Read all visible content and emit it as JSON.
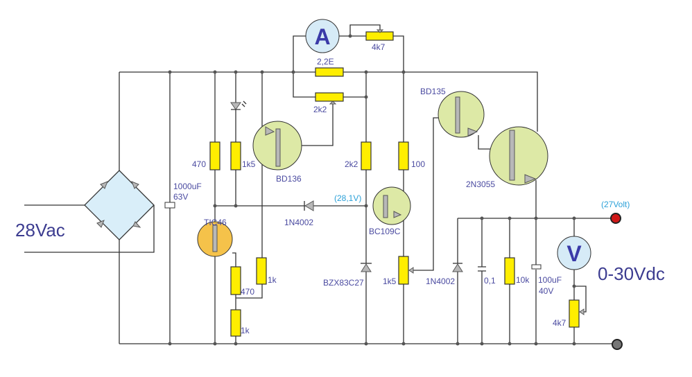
{
  "input": {
    "label": "28Vac"
  },
  "output": {
    "label": "0-30Vdc",
    "voltage_note": "(27Volt)"
  },
  "meters": {
    "ammeter": "A",
    "voltmeter": "V"
  },
  "components": {
    "c_1000": [
      "1000uF",
      "63V"
    ],
    "r_470_top": "470",
    "r_1k5": "1k5",
    "q_bd136": "BD136",
    "r_shunt": "2,2E",
    "pot_4k7_top": "4k7",
    "pot_2k2": "2k2",
    "r_2k2": "2k2",
    "r_100": "100",
    "q_bd135": "BD135",
    "q_2n3055": "2N3055",
    "q_tic46": "TIC46",
    "d_1n4002_a": "1N4002",
    "node_voltage": "(28,1V)",
    "q_bc109c": "BC109C",
    "r_470_low": "470",
    "r_1k_a": "1k",
    "r_1k_b": "1k",
    "z_bzx": "BZX83C27",
    "pot_1k5": "1k5",
    "d_1n4002_b": "1N4002",
    "c_01": "0,1",
    "r_10k": "10k",
    "c_100": [
      "100uF",
      "40V"
    ],
    "pot_4k7_v": "4k7"
  },
  "colors": {
    "resistor": "#ffee00",
    "transistor": "#dde9a6",
    "thyristor": "#f5c24a",
    "meter": "#d6ebf7",
    "positive_terminal": "#d01818",
    "ground_terminal": "#777777",
    "text": "#4a4aa0",
    "voltage_note": "#2aa0d8"
  }
}
